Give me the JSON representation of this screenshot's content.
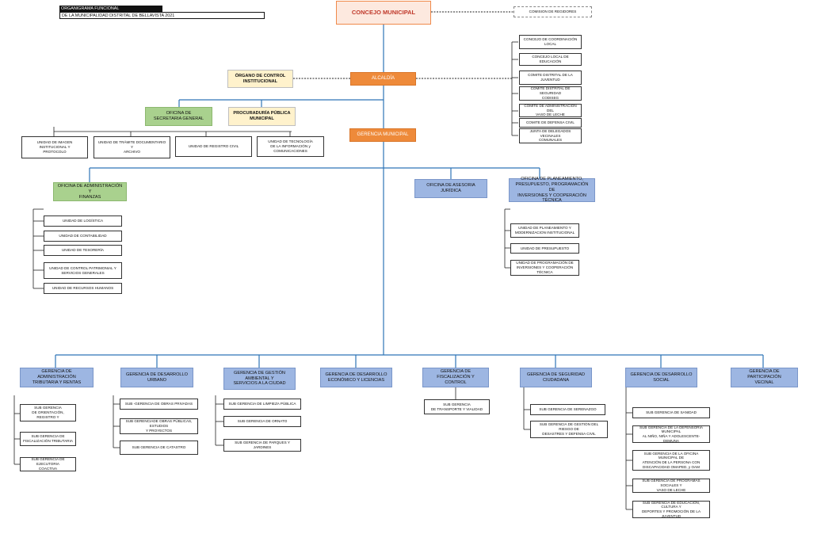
{
  "header": {
    "title_line1": "ORGANIGRAMA FUNCIONAL",
    "title_line2": "DE LA MUNICIPALIDAD DISTRITAL DE BELLAVISTA 2021"
  },
  "top": {
    "concejo": "CONCEJO MUNICIPAL",
    "comision": "COMISION DE REGIDORES",
    "alcaldia": "ALCALDÍA",
    "control": "ÓRGANO DE CONTROL\nINSTITUCIONAL",
    "secretaria": "OFICINA DE\nSECRETARIA GENERAL",
    "procuraduria": "PROCURADURÍA PÚBLICA\nMUNICIPAL",
    "gerencia_municipal": "GERENCIA MUNICIPAL"
  },
  "consejos": [
    "CONCEJO DE COORDINACIÓN LOCAL",
    "CONCEJO LOCAL DE EDUCACIÓN",
    "COMITE DISTRITAL DE LA JUVENTUD",
    "COMITE DISTRITAL DE SEGURIDAD\nCODISEG",
    "COMITE DE ADMINISTRACION DEL\nVASO DE LECHE",
    "COMITE DE DEFENSA CIVIL",
    "JUNTA DE DELEGADOS VECINALES\nCOMUNALES"
  ],
  "secretaria_units": [
    "UNIDAD DE IMAGEN INSTITUCIONAL Y\nPROTOCOLO",
    "UNIDAD DE TRÁMITE        DOCUMENTARIO Y\nARCHIVO",
    "UNIDAD DE REGISTRO CIVIL",
    "UNIDAD DE TECNOLOGÍA\nDE LA INFORMACIÓN y\nCOMUNICACIONES"
  ],
  "admin": {
    "title": "OFICINA DE        ADMINISTRACIÓN Y\nFINANZAS",
    "units": [
      "UNIDAD DE LOGÍSTICA",
      "UNIDAD DE CONTABILIDAD",
      "UNIDAD DE TESORERÍA",
      "UNIDAD DE CONTROL PATRIMONIAL Y\nSERVICIOS GENERALES",
      "UNIDAD DE RECURSOS HUMANOS"
    ]
  },
  "asesoria": "OFICINA DE ASESORIA JURÍDICA",
  "planeamiento": {
    "title": "OFICINA DE PLANEAMIENTO,\nPRESUPUESTO, PROGRAMACIÓN DE\nINVERSIONES Y COOPERACIÓN TÉCNICA",
    "units": [
      "UNIDAD DE PLANEAMIENTO Y\nMODERNIZACION INSTITUCIONAL",
      "UNIDAD DE PRESUPUESTO",
      "UNIDAD DE PROGRAMACIÓN DE\nINVERSIONES Y COOPERACIÓN TÉCNICA"
    ]
  },
  "gerencias": [
    {
      "title": "GERENCIA DE ADMINISTRACIÓN\nTRIBUTARIA Y RENTAS",
      "subs": [
        "SUB GERENCIA\nDE ORIENTACIÓN, REGISTRO Y",
        "SUB GERENCIA DE\nFISCALIZACIÓN TRIBUTARIA",
        "SUB GERENCIA DE EJECUTORIA\nCOACTIVA"
      ]
    },
    {
      "title": "GERENCIA DE DESARROLLO\nURBANO",
      "subs": [
        "SUB -GERENCIA DE OBRAS PRIVADAS",
        "SUB  GERENCIADE OBRAS PÚBLICAS, ESTUDIOS\nY PROYECTOS",
        "SUB  GERENCIA DE CATASTRO"
      ]
    },
    {
      "title": "GERENCIA DE GESTIÓN AMBIENTAL Y\nSERVICIOS A LA CIUDAD",
      "subs": [
        "SUB GERENCIA DE LIMPIEZA PÚBLICA",
        "SUB GERENCIA DE ORNATO",
        "SUB GERENCIA DE PARQUES Y JARDINES"
      ]
    },
    {
      "title": "GERENCIA DE DESARROLLO\nECONÓMICO Y LICENCIAS",
      "subs": []
    },
    {
      "title": "GERENCIA DE FISCALIZACIÓN Y\nCONTROL",
      "subs": [
        "SUB GERENCIA\nDE TRANSPORTE Y VIALIDAD"
      ]
    },
    {
      "title": "GERENCIA DE SEGURIDAD\nCIUDADANA",
      "subs": [
        "SUB GERENCIA DE SERENAZGO",
        "SUB GERENCIA DE GESTIÓN DEL RIESGO DE\nDESASTRES Y DEFENSA CIVIL"
      ]
    },
    {
      "title": "GERENCIA DE DESARROLLO SOCIAL",
      "subs": [
        "SUB GERENCIA DE SANIDAD",
        "SUB GERENCIA DE LA DEFENSORIA MUNICIPAL\nAL NIÑO, NIÑA Y ADOLESCENTE-DEMUNA",
        "SUB GERENCIA DE LA OFICINA  MUNICIPAL DE\nATENCIÓN DE LA PERSONA CON\nDISCAPACIDAD OMAPED, y OAM",
        "SUB GERENCIA DE PROGRAMAS SOCIALES Y\nVASO DE LECHE",
        "SUB GERENCIA DE EDUCACIÓN, CULTURA Y\nDEPORTES Y PROMOCIÓN DE LA JUVENTUD"
      ]
    },
    {
      "title": "GERENCIA DE PARTICIPACIÓN\nVECINAL",
      "subs": []
    }
  ]
}
